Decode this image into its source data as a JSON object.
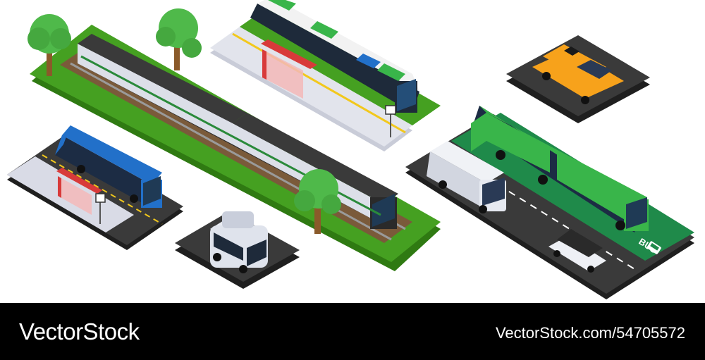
{
  "footer": {
    "brand": "VectorStock",
    "image_id": "VectorStock.com/54705572"
  },
  "scene": {
    "lane_marking": "BUS",
    "colors": {
      "grass": "#3f9a1e",
      "grass_side": "#2f7a12",
      "asphalt": "#3a3a3a",
      "asphalt_side": "#1f1f1f",
      "sidewalk": "#d9dbe6",
      "bus_lane": "#1f8a4a",
      "bus_blue": "#2270c9",
      "bus_green": "#39b54a",
      "taxi": "#f7a21b",
      "van": "#e6e9f0",
      "shelter": "#d83a3a",
      "tree": "#4fb94a",
      "trunk": "#8a5a2a"
    },
    "icons": [
      "tree-icon",
      "tram-stop-sign-icon",
      "bus-stop-sign-icon",
      "bus-lane-icon"
    ]
  }
}
